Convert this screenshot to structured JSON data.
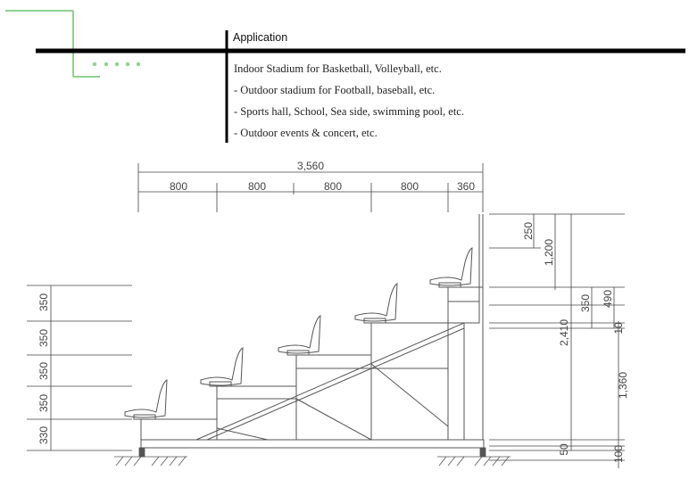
{
  "header": {
    "title": "Application",
    "bullets": [
      "Indoor Stadium for Basketball, Volleyball, etc.",
      "- Outdoor stadium for Football, baseball, etc.",
      "- Sports hall, School, Sea side, swimming pool, etc.",
      "- Outdoor events & concert, etc."
    ],
    "accent_color": "#8fd18f"
  },
  "drawing": {
    "total_width": "3,560",
    "row_widths": [
      "800",
      "800",
      "800",
      "800",
      "360"
    ],
    "left_heights": [
      "330",
      "350",
      "350",
      "350",
      "350"
    ],
    "right_dims": {
      "backrest": "250",
      "rail_height": "1,200",
      "total_height": "2,410",
      "seat_a": "350",
      "seat_b": "490",
      "gap": "10",
      "support": "1,360",
      "base": "50",
      "footing": "100"
    }
  }
}
